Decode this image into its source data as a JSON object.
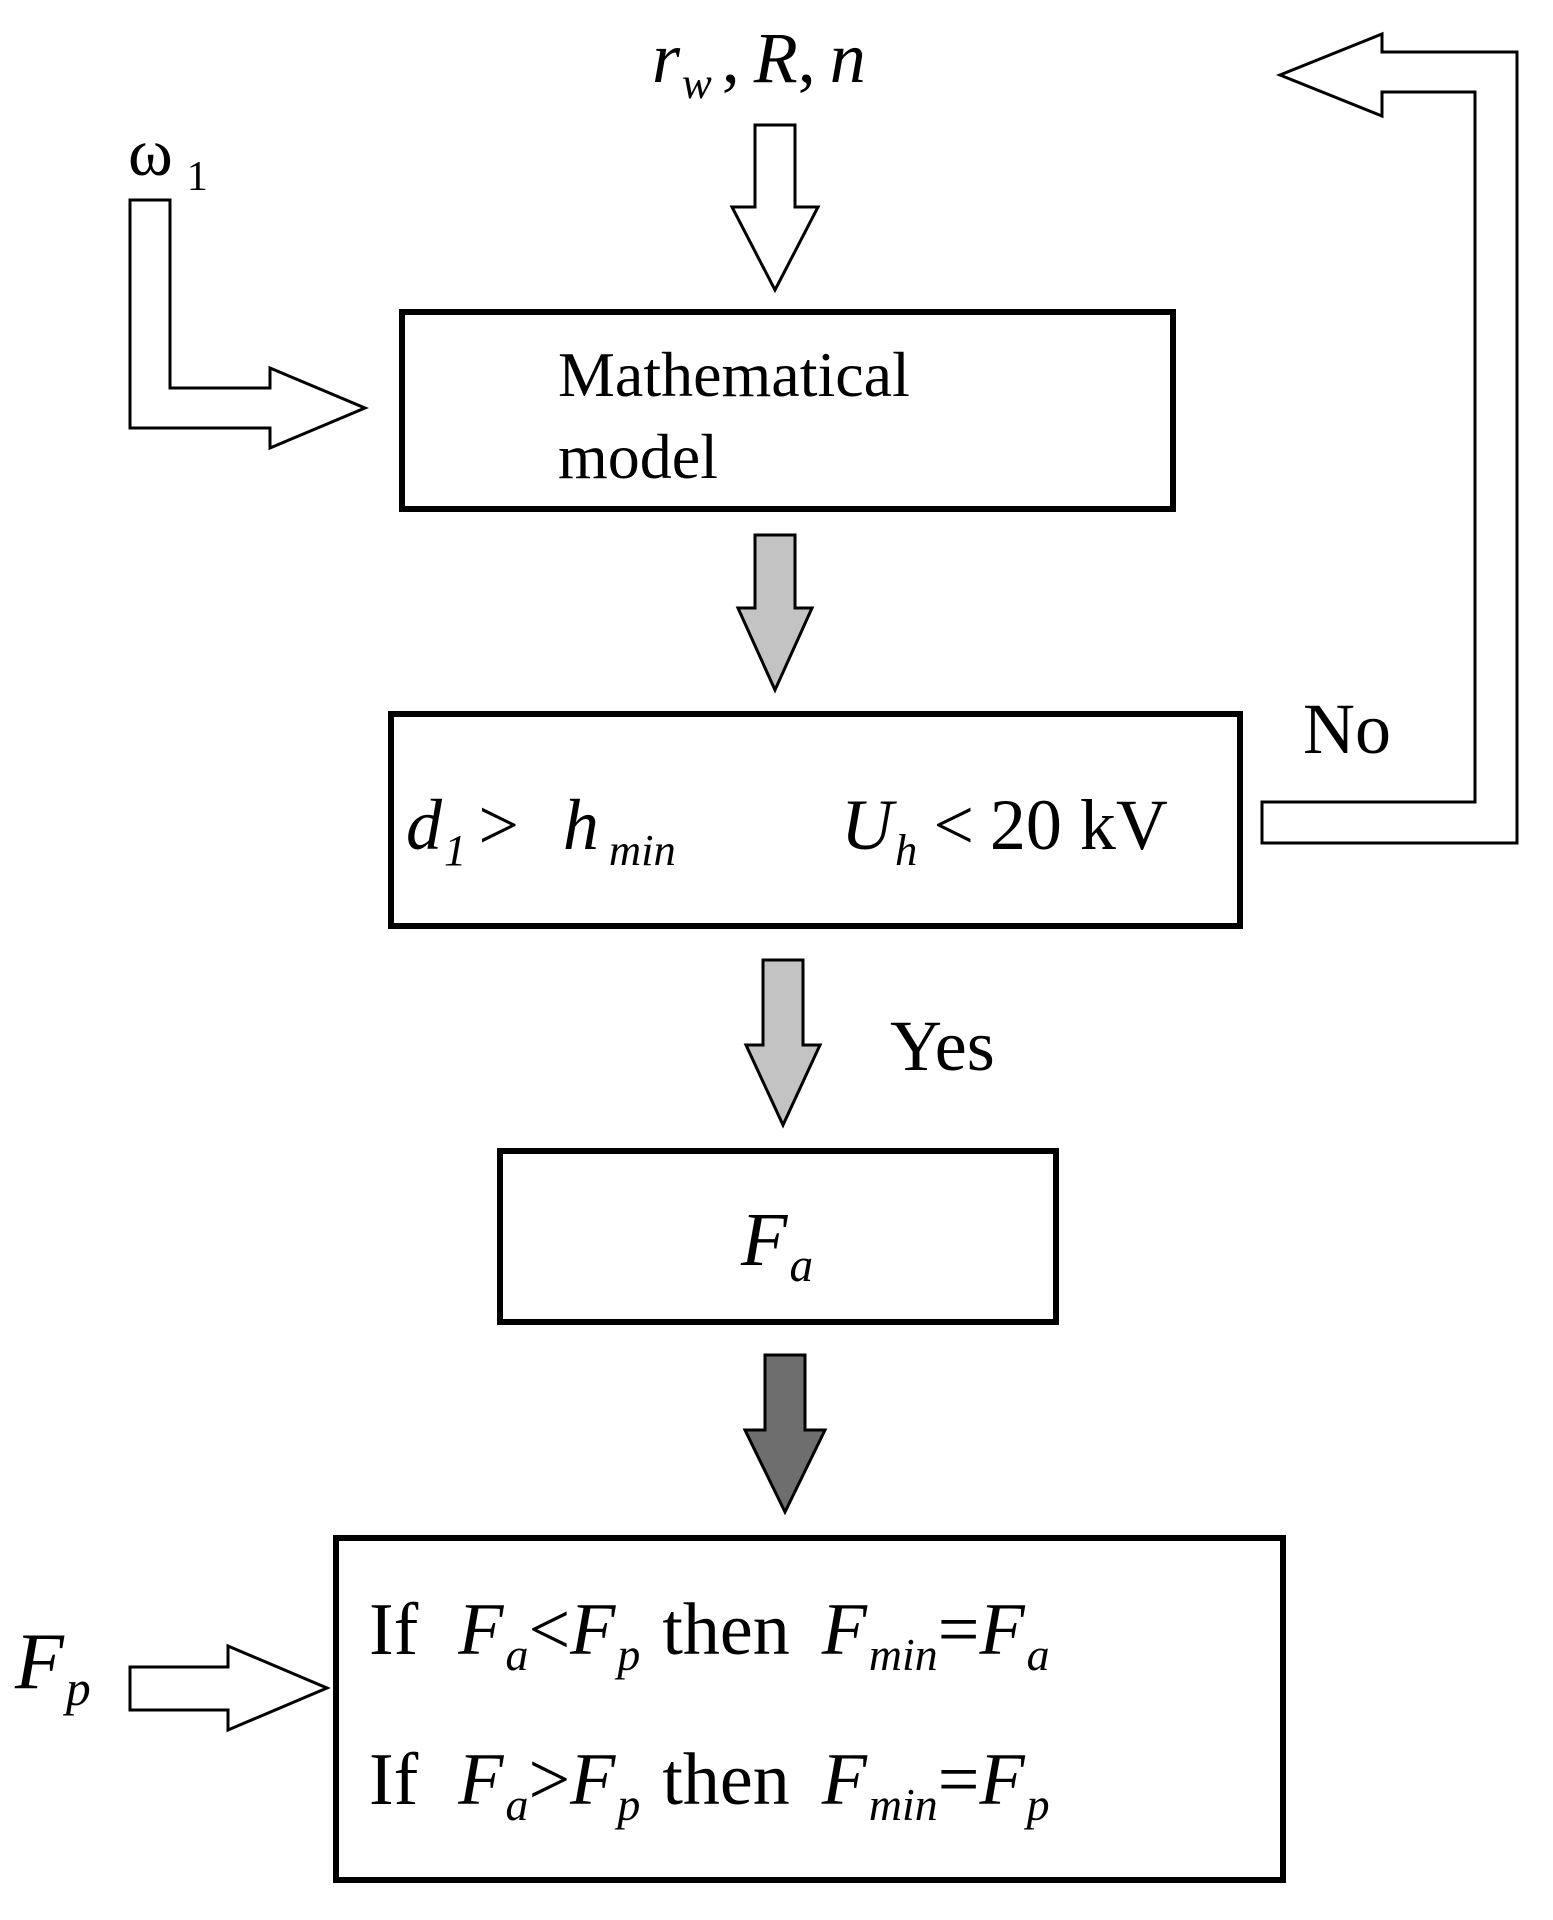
{
  "inputs": {
    "omega_base": "ω",
    "omega_sub": "1",
    "params": {
      "r": "r",
      "r_sub": "w",
      "comma1": ",",
      "R": "R",
      "comma2": ",",
      "n": "n"
    },
    "Fp_base": "F",
    "Fp_sub": "p"
  },
  "model_box": {
    "line1": "Mathematical",
    "line2": "model"
  },
  "condition_box": {
    "d_base": "d",
    "d_sub": "1",
    "gt": ">",
    "h_base": "h",
    "h_sub": "min",
    "U_base": "U",
    "U_sub": "h",
    "lt": "<",
    "value": "20 kV"
  },
  "labels": {
    "no": "No",
    "yes": "Yes"
  },
  "fa_box": {
    "base": "F",
    "sub": "a"
  },
  "result_box": {
    "if1": "If",
    "then1": "then",
    "lt": "<",
    "if2": "If",
    "then2": "then",
    "gt": ">",
    "eq": "=",
    "F": "F",
    "a": "a",
    "p": "p",
    "min": "min"
  },
  "colors": {
    "arrow_light": "#c3c3c3",
    "arrow_dark": "#6e6e6e",
    "outline": "#000000"
  }
}
